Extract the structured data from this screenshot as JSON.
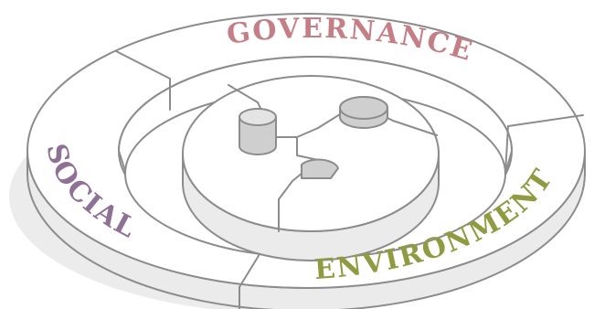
{
  "segments": [
    {
      "label": "GOVERNANCE",
      "color": "#c47f86"
    },
    {
      "label": "SOCIAL",
      "color": "#8f7196"
    },
    {
      "label": "ENVIRONMENT",
      "color": "#8f9a41"
    }
  ],
  "colors": {
    "outline": "#8c8c8c",
    "surface": "#ffffff",
    "side": "#ebebeb",
    "shadow": "#ececec",
    "hole": "#cfcfcf"
  }
}
